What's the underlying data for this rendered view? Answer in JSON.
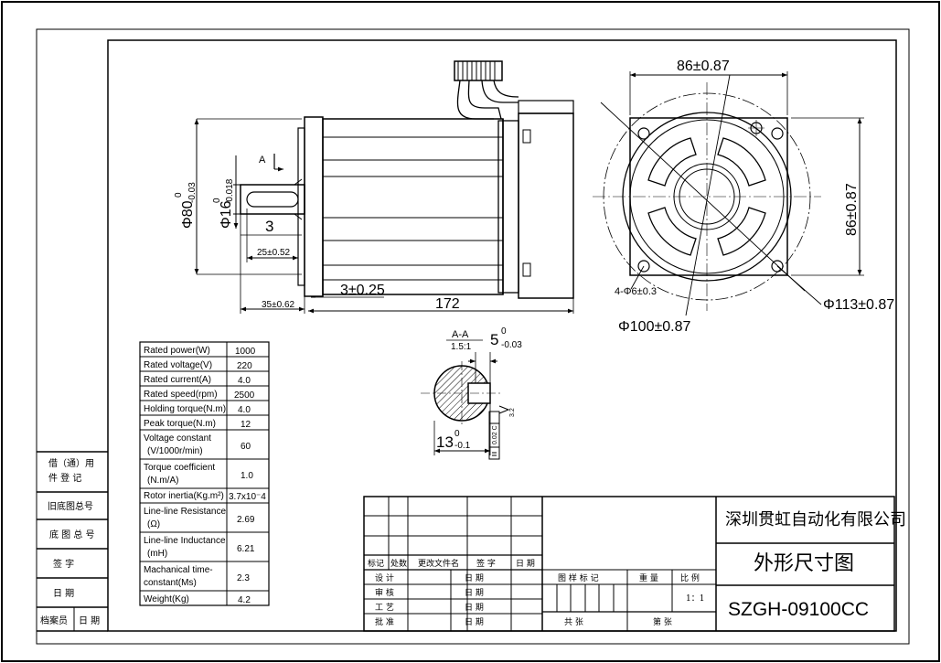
{
  "dims": {
    "front_width": "86±0.87",
    "front_height": "86±0.87",
    "flange_dia": "Φ113±0.87",
    "pilot_dia": "Φ100±0.87",
    "holes": "4-Φ6±0.3",
    "body_dia_main": "Φ80",
    "body_dia_tol_up": "0",
    "body_dia_tol_dn": "-0.03",
    "shaft_dia_main": "Φ16",
    "shaft_dia_tol_up": "0",
    "shaft_dia_tol_dn": "-0.018",
    "key_height": "3",
    "key_length": "25±0.52",
    "shaft_length": "35±0.62",
    "flange_thick": "3±0.25",
    "body_length": "172",
    "section_mark": "A",
    "section_title": "A-A",
    "section_scale": "1.5:1",
    "key_width_main": "5",
    "key_width_tol_up": "0",
    "key_width_tol_dn": "-0.03",
    "key_depth_main": "13",
    "key_depth_tol_up": "0",
    "key_depth_tol_dn": "-0.1",
    "tol_frame": "0.02 C",
    "roughness": "3.2"
  },
  "specs": [
    {
      "label": "Rated power(W)",
      "value": "1000"
    },
    {
      "label": "Rated voltage(V)",
      "value": "220"
    },
    {
      "label": "Rated current(A)",
      "value": "4.0"
    },
    {
      "label": "Rated speed(rpm)",
      "value": "2500"
    },
    {
      "label": "Holding torque(N.m)",
      "value": "4.0"
    },
    {
      "label": "Peak torque(N.m)",
      "value": "12"
    },
    {
      "label": "Voltage constant",
      "label2": "(V/1000r/min)",
      "value": "60"
    },
    {
      "label": "Torque coefficient",
      "label2": "(N.m/A)",
      "value": "1.0"
    },
    {
      "label": "Rotor inertia(Kg.m²)",
      "value": "3.7x10⁻4"
    },
    {
      "label": "Line-line Resistance",
      "label2": "(Ω)",
      "value": "2.69"
    },
    {
      "label": "Line-line Inductance",
      "label2": "(mH)",
      "value": "6.21"
    },
    {
      "label": "Machanical time-",
      "label2": "constant(Ms)",
      "value": "2.3"
    },
    {
      "label": "Weight(Kg)",
      "value": "4.2"
    }
  ],
  "side_table": {
    "r1a": "借（通）用",
    "r1b": "件  登  记",
    "r2": "旧底图总号",
    "r3": "底 图 总 号",
    "r4": "签     字",
    "r5": "日     期",
    "r6a": "档案员",
    "r6b": "日  期"
  },
  "title_block": {
    "company": "深圳贯虹自动化有限公司",
    "drawing_title": "外形尺寸图",
    "drawing_no": "SZGH-09100CC",
    "h_mark": "标记",
    "h_count": "处数",
    "h_doc": "更改文件名",
    "h_sign": "签  字",
    "h_date": "日  期",
    "design": "设  计",
    "check": "审  核",
    "craft": "工  艺",
    "approve": "批  准",
    "date": "日  期",
    "pattern_mark": "图 样 标 记",
    "weight": "重  量",
    "scale": "比  例",
    "scale_val": "1：1",
    "total": "共      张",
    "sheet": "第      张"
  }
}
